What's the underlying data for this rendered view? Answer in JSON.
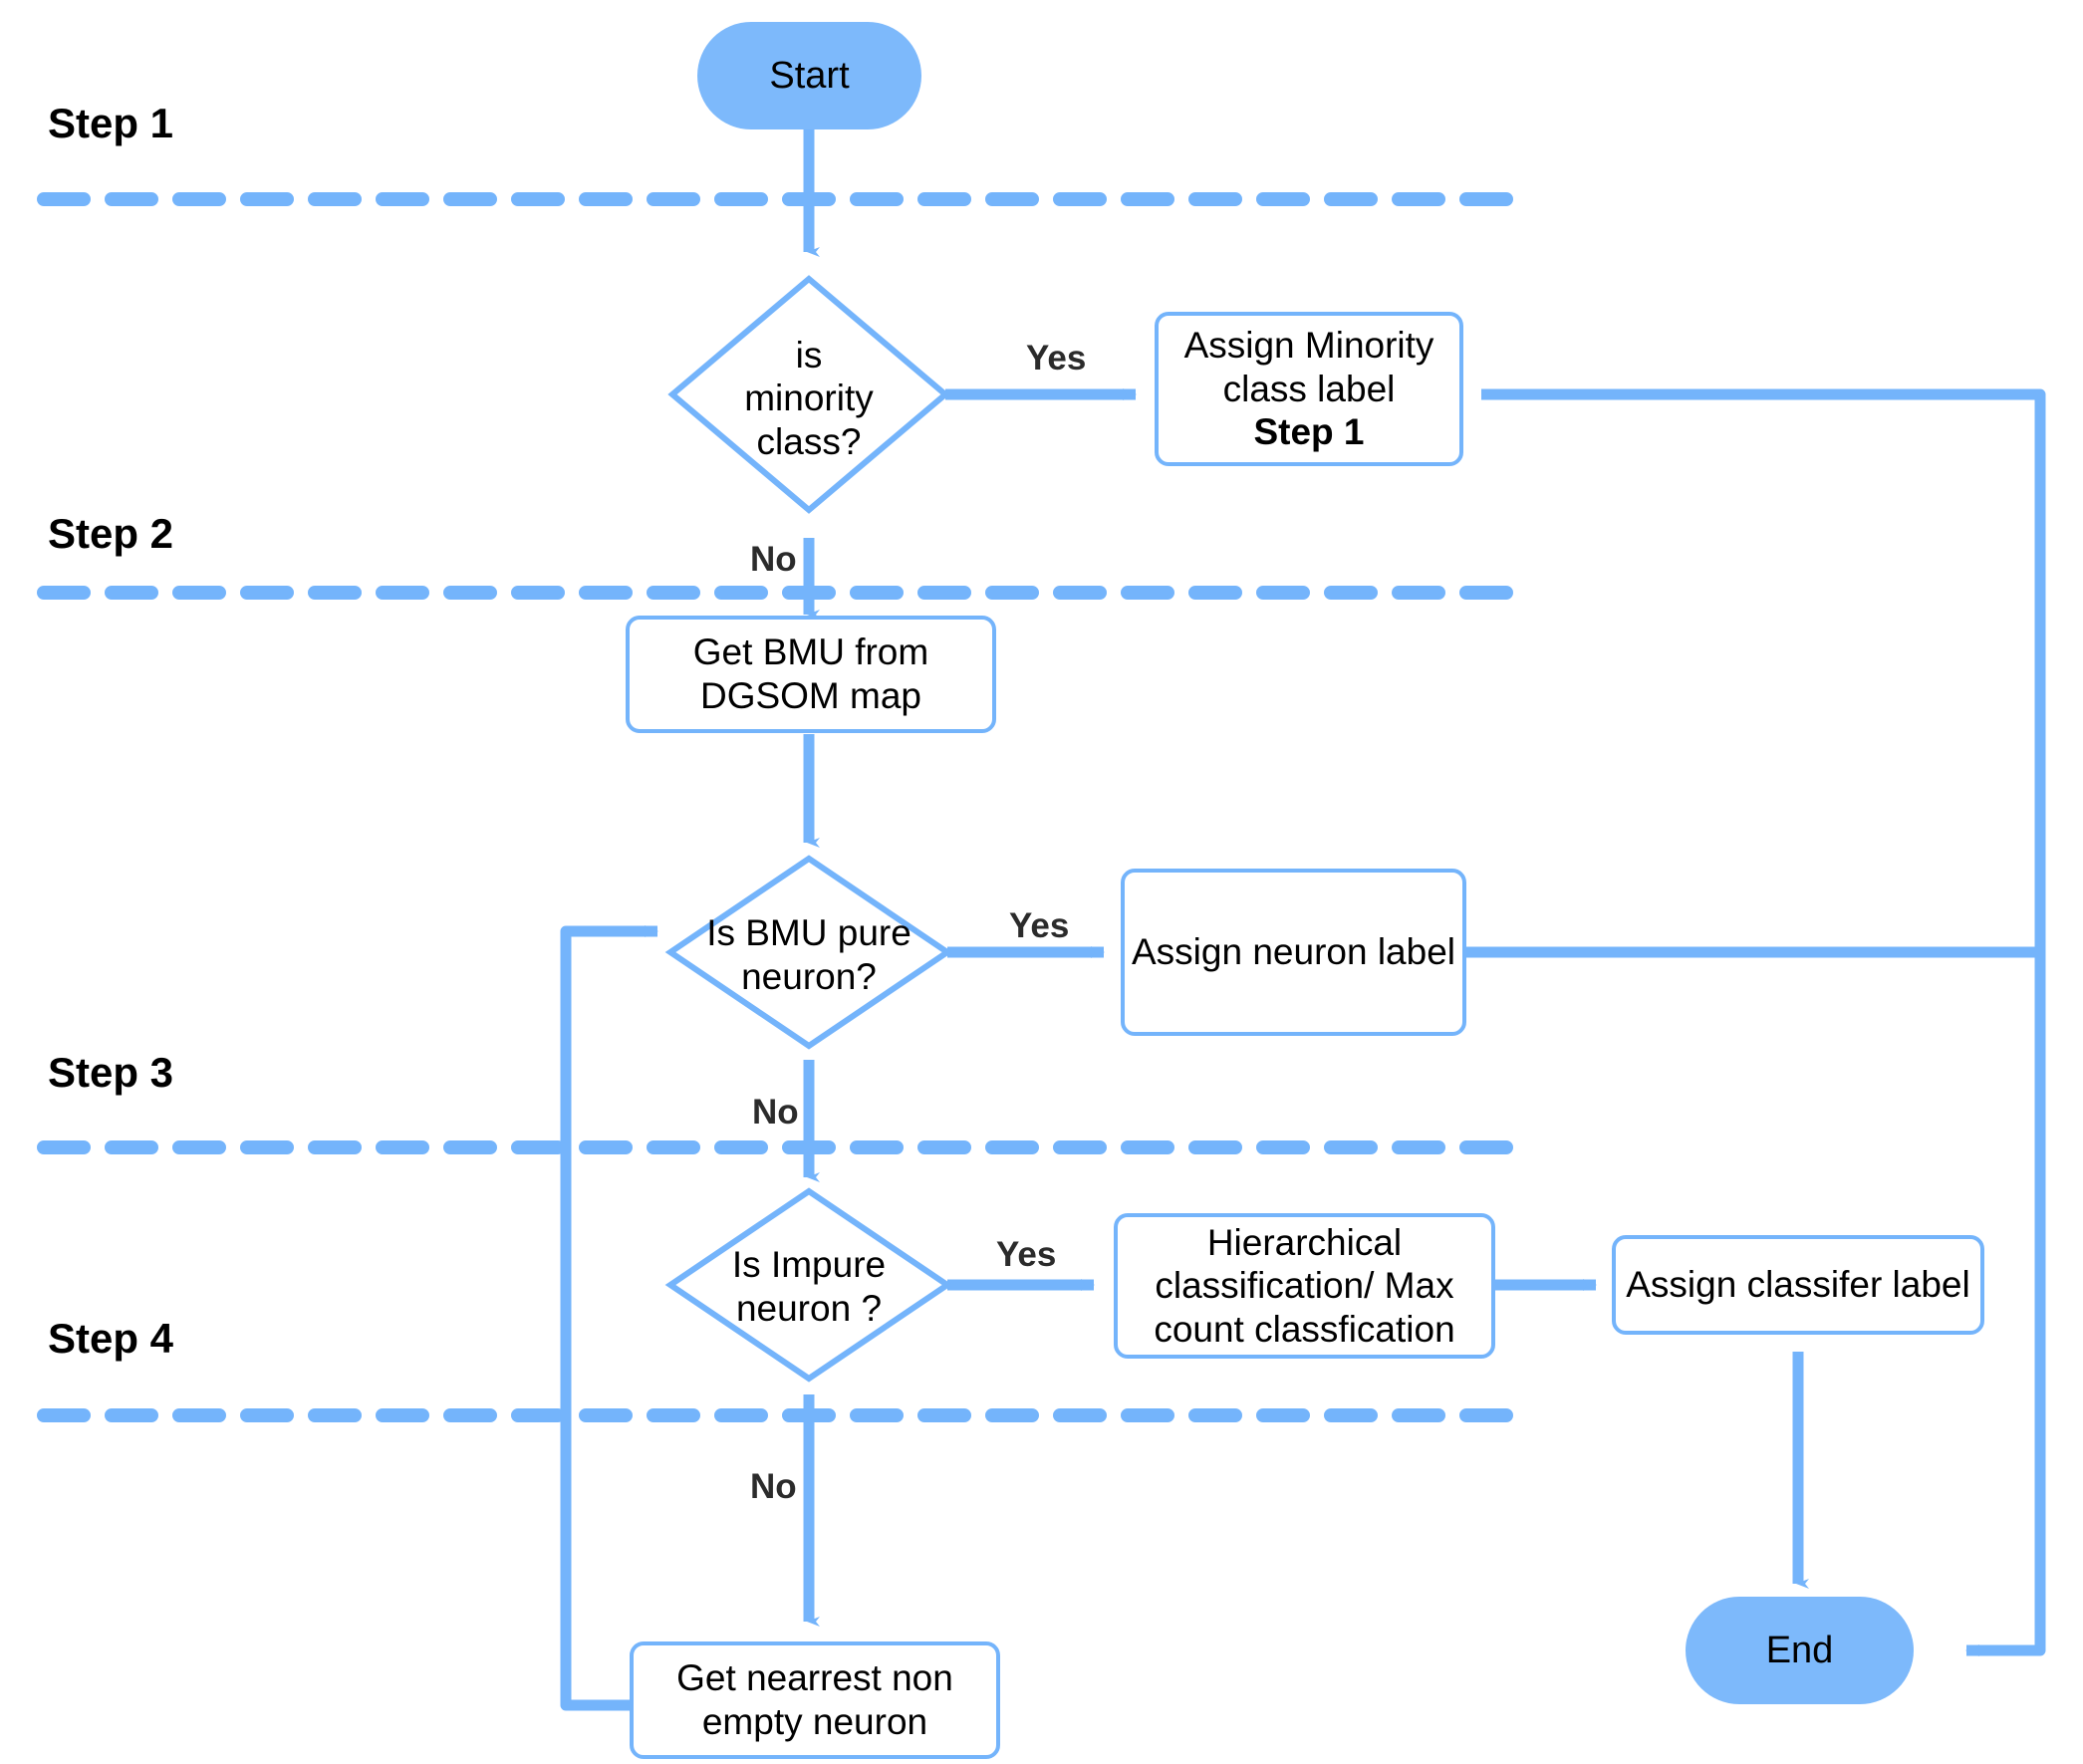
{
  "diagram": {
    "type": "flowchart",
    "title": "DGSOM label assignment flowchart",
    "colors": {
      "accent": "#74b4fb",
      "terminator_fill": "#7db9fb",
      "node_border": "#74b4fb",
      "text": "#000000",
      "background": "#ffffff"
    },
    "step_bands": [
      {
        "label": "Step 1"
      },
      {
        "label": "Step 2"
      },
      {
        "label": "Step 3"
      },
      {
        "label": "Step 4"
      }
    ],
    "nodes": {
      "start": {
        "label": "Start",
        "shape": "terminator"
      },
      "is_minority": {
        "line1": "is",
        "line2": "minority",
        "line3": "class?",
        "shape": "decision"
      },
      "assign_minority": {
        "line1": "Assign Minority",
        "line2": "class  label",
        "line3": "Step 1",
        "shape": "process"
      },
      "get_bmu": {
        "line1": "Get BMU from",
        "line2": "DGSOM map",
        "shape": "process"
      },
      "is_pure": {
        "line1": "Is BMU pure",
        "line2": "neuron?",
        "shape": "decision"
      },
      "assign_neuron": {
        "label": "Assign neuron label",
        "shape": "process"
      },
      "is_impure": {
        "line1": "Is Impure",
        "line2": "neuron ?",
        "shape": "decision"
      },
      "hierarchical": {
        "line1": "Hierarchical",
        "line2": "classification/ Max",
        "line3": "count classfication",
        "shape": "process"
      },
      "assign_classifier": {
        "label": "Assign classifer label",
        "shape": "process"
      },
      "get_nearest": {
        "line1": "Get nearrest non",
        "line2": "empty neuron",
        "shape": "process"
      },
      "end": {
        "label": "End",
        "shape": "terminator"
      }
    },
    "edge_labels": {
      "minority_yes": "Yes",
      "minority_no": "No",
      "pure_yes": "Yes",
      "pure_no": "No",
      "impure_yes": "Yes",
      "impure_no": "No"
    }
  }
}
